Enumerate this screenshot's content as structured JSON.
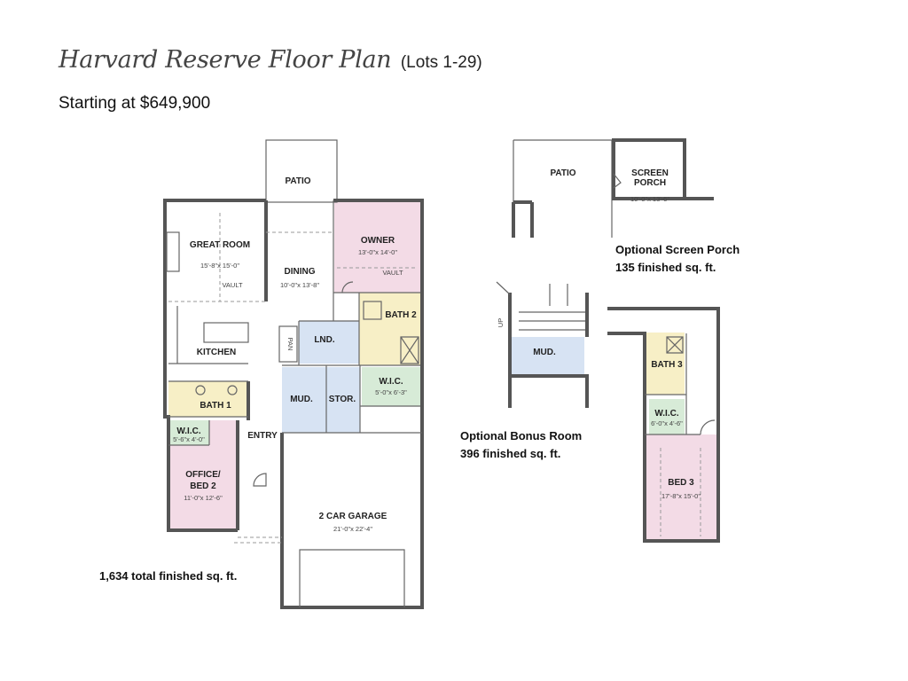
{
  "header": {
    "title": "Harvard Reserve Floor Plan",
    "title_suffix": "(Lots 1-29)",
    "price": "Starting at $649,900"
  },
  "main_plan": {
    "total": "1,634 total finished sq. ft.",
    "rooms": {
      "patio": {
        "label": "PATIO"
      },
      "great_room": {
        "label": "GREAT ROOM",
        "dims": "15'-8\"x 15'-0\""
      },
      "dining": {
        "label": "DINING",
        "dims": "10'-0\"x 13'-8\""
      },
      "owner": {
        "label": "OWNER",
        "dims": "13'-0\"x 14'-0\""
      },
      "kitchen": {
        "label": "KITCHEN"
      },
      "laundry": {
        "label": "LND."
      },
      "bath2": {
        "label": "BATH 2"
      },
      "bath1": {
        "label": "BATH 1"
      },
      "mud": {
        "label": "MUD."
      },
      "stor": {
        "label": "STOR."
      },
      "wic_owner": {
        "label": "W.I.C.",
        "dims": "5'-0\"x 6'-3\""
      },
      "wic_office": {
        "label": "W.I.C.",
        "dims": "5'-6\"x 4'-0\""
      },
      "entry": {
        "label": "ENTRY"
      },
      "office": {
        "label": "OFFICE/",
        "label2": "BED 2",
        "dims": "11'-0\"x 12'-6\""
      },
      "garage": {
        "label": "2 CAR GARAGE",
        "dims": "21'-0\"x 22'-4\""
      },
      "vault1": {
        "label": "VAULT"
      },
      "vault2": {
        "label": "VAULT"
      },
      "pan": {
        "label": "PAN"
      }
    }
  },
  "screen_porch": {
    "title": "Optional Screen Porch",
    "area": "135 finished sq. ft.",
    "rooms": {
      "patio": {
        "label": "PATIO"
      },
      "porch": {
        "label": "SCREEN",
        "label2": "PORCH",
        "dims": "10'-0\"x 13'-6\""
      }
    }
  },
  "bonus_room": {
    "title": "Optional Bonus Room",
    "area": "396 finished sq. ft.",
    "rooms": {
      "mud": {
        "label": "MUD."
      },
      "up": {
        "label": "UP"
      },
      "bath3": {
        "label": "BATH 3"
      },
      "wic": {
        "label": "W.I.C.",
        "dims": "6'-0\"x 4'-6\""
      },
      "bed3": {
        "label": "BED 3",
        "dims": "17'-8\"x 15'-0\""
      }
    }
  },
  "colors": {
    "pink": "#f3dbe6",
    "yellow": "#f7efc6",
    "blue": "#d7e3f3",
    "green": "#d7ebd7",
    "wall": "#555555"
  }
}
